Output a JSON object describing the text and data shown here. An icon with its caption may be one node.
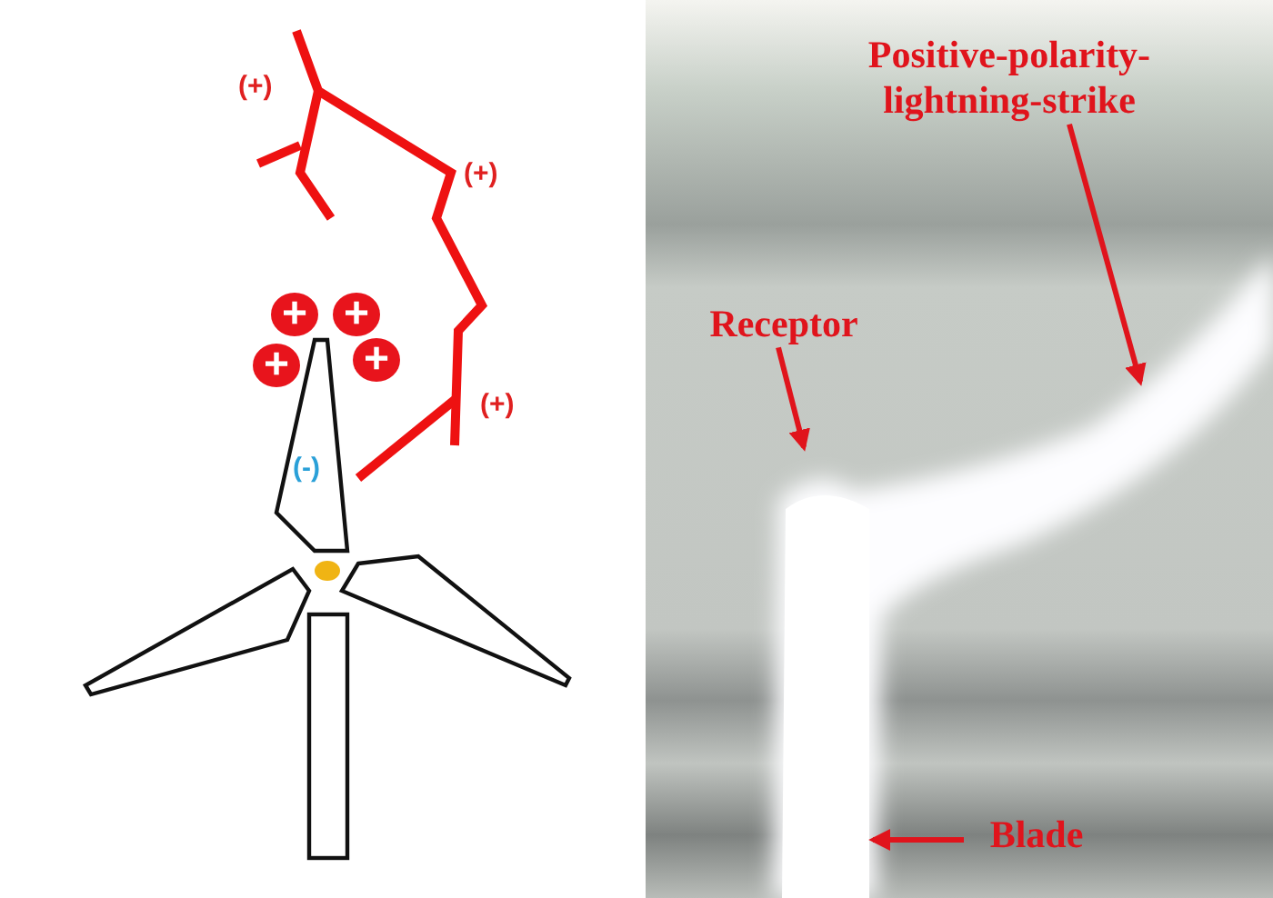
{
  "diagram": {
    "nodes": [
      {
        "text": [
          "Positive-polarity-lightning-strike"
        ]
      },
      {
        "text": [
          "+"
        ]
      },
      {
        "text": [
          "+"
        ]
      },
      {
        "text": [
          "+"
        ]
      },
      {
        "text": [
          "+"
        ]
      },
      {
        "text": [
          "Receptor"
        ]
      },
      {
        "text": [
          "Blade"
        ]
      }
    ],
    "edges": [
      {
        "from": 0,
        "to": null,
        "arrow": "to"
      },
      {
        "from": 5,
        "to": null,
        "arrow": "to"
      },
      {
        "from": 6,
        "to": null,
        "arrow": "to"
      }
    ],
    "labels": [
      "(+)",
      "(+)",
      "(+)",
      "(-)"
    ]
  }
}
